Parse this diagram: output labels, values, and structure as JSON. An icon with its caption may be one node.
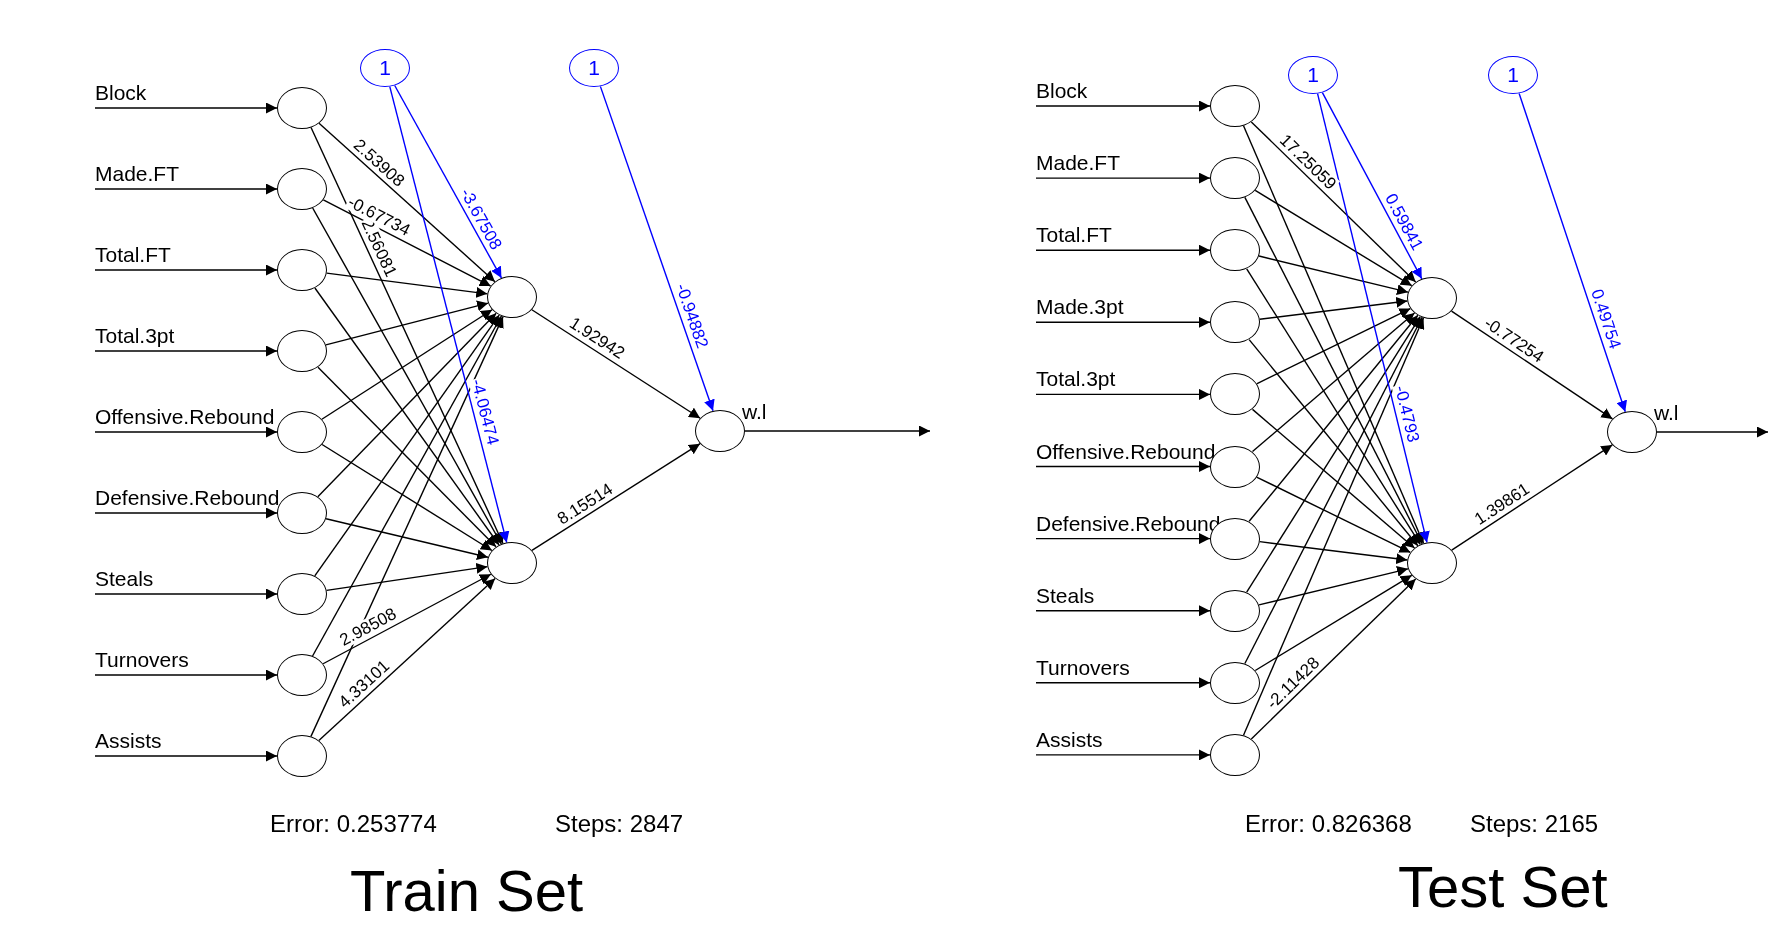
{
  "diagram": {
    "nodes": [
      {
        "text": [
          "1"
        ]
      },
      {
        "text": [
          "1"
        ]
      },
      {
        "text": [
          "Block"
        ]
      },
      {
        "text": [
          "Made.FT"
        ]
      },
      {
        "text": [
          "Total.FT"
        ]
      },
      {
        "text": [
          "Total.3pt"
        ]
      },
      {
        "text": [
          "Offensive.Rebound"
        ]
      },
      {
        "text": [
          "Defensive.Rebound"
        ]
      },
      {
        "text": [
          "Steals"
        ]
      },
      {
        "text": [
          "Turnovers"
        ]
      },
      {
        "text": [
          "Assists"
        ]
      },
      {
        "text": [],
        "shape": "circle"
      },
      {
        "text": [],
        "shape": "circle"
      },
      {
        "text": [],
        "shape": "circle"
      },
      {
        "text": [],
        "shape": "circle"
      },
      {
        "text": [],
        "shape": "circle"
      },
      {
        "text": [],
        "shape": "circle"
      },
      {
        "text": [],
        "shape": "circle"
      },
      {
        "text": [],
        "shape": "circle"
      },
      {
        "text": [],
        "shape": "circle"
      },
      {
        "text": [],
        "shape": "circle"
      },
      {
        "text": [],
        "shape": "circle"
      },
      {
        "text": [],
        "shape": "circle",
        "beside": [
          "w.l"
        ]
      },
      {
        "text": [
          "1"
        ]
      },
      {
        "text": [
          "1"
        ]
      },
      {
        "text": [
          "Block"
        ]
      },
      {
        "text": [
          "Made.FT"
        ]
      },
      {
        "text": [
          "Total.FT"
        ]
      },
      {
        "text": [
          "Made.3pt"
        ]
      },
      {
        "text": [
          "Total.3pt"
        ]
      },
      {
        "text": [
          "Offensive.Rebound"
        ]
      },
      {
        "text": [
          "Defensive.Rebound"
        ]
      },
      {
        "text": [
          "Steals"
        ]
      },
      {
        "text": [
          "Turnovers"
        ]
      },
      {
        "text": [
          "Assists"
        ]
      },
      {
        "text": [],
        "shape": "circle"
      },
      {
        "text": [],
        "shape": "circle"
      },
      {
        "text": [],
        "shape": "circle"
      },
      {
        "text": [],
        "shape": "circle"
      },
      {
        "text": [],
        "shape": "circle"
      },
      {
        "text": [],
        "shape": "circle"
      },
      {
        "text": [],
        "shape": "circle"
      },
      {
        "text": [],
        "shape": "circle"
      },
      {
        "text": [],
        "shape": "circle"
      },
      {
        "text": [],
        "shape": "circle"
      },
      {
        "text": [],
        "shape": "circle"
      },
      {
        "text": [],
        "shape": "circle"
      },
      {
        "text": [],
        "shape": "circle",
        "beside": [
          "w.l"
        ]
      }
    ],
    "edges": [
      {
        "from": 2,
        "to": 11,
        "arrow": "to"
      },
      {
        "from": 3,
        "to": 12,
        "arrow": "to"
      },
      {
        "from": 4,
        "to": 13,
        "arrow": "to"
      },
      {
        "from": 5,
        "to": 14,
        "arrow": "to"
      },
      {
        "from": 6,
        "to": 15,
        "arrow": "to"
      },
      {
        "from": 7,
        "to": 16,
        "arrow": "to"
      },
      {
        "from": 8,
        "to": 17,
        "arrow": "to"
      },
      {
        "from": 9,
        "to": 18,
        "arrow": "to"
      },
      {
        "from": 10,
        "to": 19,
        "arrow": "to"
      },
      {
        "from": 11,
        "to": 20,
        "arrow": "to",
        "label": "2.53908"
      },
      {
        "from": 11,
        "to": 21,
        "arrow": "to",
        "label": "2.56081"
      },
      {
        "from": 12,
        "to": 20,
        "arrow": "to",
        "label": "-0.67734"
      },
      {
        "from": 12,
        "to": 21,
        "arrow": "to"
      },
      {
        "from": 13,
        "to": 20,
        "arrow": "to"
      },
      {
        "from": 13,
        "to": 21,
        "arrow": "to"
      },
      {
        "from": 14,
        "to": 20,
        "arrow": "to"
      },
      {
        "from": 14,
        "to": 21,
        "arrow": "to"
      },
      {
        "from": 15,
        "to": 20,
        "arrow": "to"
      },
      {
        "from": 15,
        "to": 21,
        "arrow": "to"
      },
      {
        "from": 16,
        "to": 20,
        "arrow": "to"
      },
      {
        "from": 16,
        "to": 21,
        "arrow": "to"
      },
      {
        "from": 17,
        "to": 20,
        "arrow": "to"
      },
      {
        "from": 17,
        "to": 21,
        "arrow": "to"
      },
      {
        "from": 18,
        "to": 20,
        "arrow": "to"
      },
      {
        "from": 18,
        "to": 21,
        "arrow": "to",
        "label": "2.98508"
      },
      {
        "from": 19,
        "to": 20,
        "arrow": "to"
      },
      {
        "from": 19,
        "to": 21,
        "arrow": "to",
        "label": "4.33101"
      },
      {
        "from": 0,
        "to": 20,
        "arrow": "to",
        "label": "-3.67508",
        "color": "#0000ff"
      },
      {
        "from": 0,
        "to": 21,
        "arrow": "to",
        "label": "-4.06474",
        "color": "#0000ff"
      },
      {
        "from": 1,
        "to": 22,
        "arrow": "to",
        "label": "-0.94882",
        "color": "#0000ff"
      },
      {
        "from": 20,
        "to": 22,
        "arrow": "to",
        "label": "1.92942"
      },
      {
        "from": 21,
        "to": 22,
        "arrow": "to",
        "label": "8.15514"
      },
      {
        "from": 22,
        "to": null,
        "arrow": "to"
      },
      {
        "from": 25,
        "to": 35,
        "arrow": "to"
      },
      {
        "from": 26,
        "to": 36,
        "arrow": "to"
      },
      {
        "from": 27,
        "to": 37,
        "arrow": "to"
      },
      {
        "from": 28,
        "to": 38,
        "arrow": "to"
      },
      {
        "from": 29,
        "to": 39,
        "arrow": "to"
      },
      {
        "from": 30,
        "to": 40,
        "arrow": "to"
      },
      {
        "from": 31,
        "to": 41,
        "arrow": "to"
      },
      {
        "from": 32,
        "to": 42,
        "arrow": "to"
      },
      {
        "from": 33,
        "to": 43,
        "arrow": "to"
      },
      {
        "from": 34,
        "to": 44,
        "arrow": "to"
      },
      {
        "from": 35,
        "to": 45,
        "arrow": "to",
        "label": "17.25059"
      },
      {
        "from": 35,
        "to": 46,
        "arrow": "to"
      },
      {
        "from": 36,
        "to": 45,
        "arrow": "to"
      },
      {
        "from": 36,
        "to": 46,
        "arrow": "to"
      },
      {
        "from": 37,
        "to": 45,
        "arrow": "to"
      },
      {
        "from": 37,
        "to": 46,
        "arrow": "to"
      },
      {
        "from": 38,
        "to": 45,
        "arrow": "to"
      },
      {
        "from": 38,
        "to": 46,
        "arrow": "to"
      },
      {
        "from": 39,
        "to": 45,
        "arrow": "to"
      },
      {
        "from": 39,
        "to": 46,
        "arrow": "to"
      },
      {
        "from": 40,
        "to": 45,
        "arrow": "to"
      },
      {
        "from": 40,
        "to": 46,
        "arrow": "to"
      },
      {
        "from": 41,
        "to": 45,
        "arrow": "to"
      },
      {
        "from": 41,
        "to": 46,
        "arrow": "to"
      },
      {
        "from": 42,
        "to": 45,
        "arrow": "to"
      },
      {
        "from": 42,
        "to": 46,
        "arrow": "to"
      },
      {
        "from": 43,
        "to": 45,
        "arrow": "to"
      },
      {
        "from": 43,
        "to": 46,
        "arrow": "to"
      },
      {
        "from": 44,
        "to": 45,
        "arrow": "to"
      },
      {
        "from": 44,
        "to": 46,
        "arrow": "to",
        "label": "-2.11428"
      },
      {
        "from": 23,
        "to": 45,
        "arrow": "to",
        "label": "0.59841",
        "color": "#0000ff"
      },
      {
        "from": 23,
        "to": 46,
        "arrow": "to",
        "label": "-0.4793",
        "color": "#0000ff"
      },
      {
        "from": 24,
        "to": 47,
        "arrow": "to",
        "label": "0.49754",
        "color": "#0000ff"
      },
      {
        "from": 45,
        "to": 47,
        "arrow": "to",
        "label": "-0.77254"
      },
      {
        "from": 46,
        "to": 47,
        "arrow": "to",
        "label": "1.39861"
      },
      {
        "from": 47,
        "to": null,
        "arrow": "to"
      }
    ],
    "labels": [
      "Error: 0.253774",
      "Steps: 2847",
      "Train Set",
      "Error: 0.826368",
      "Steps: 2165",
      "Test Set"
    ]
  }
}
